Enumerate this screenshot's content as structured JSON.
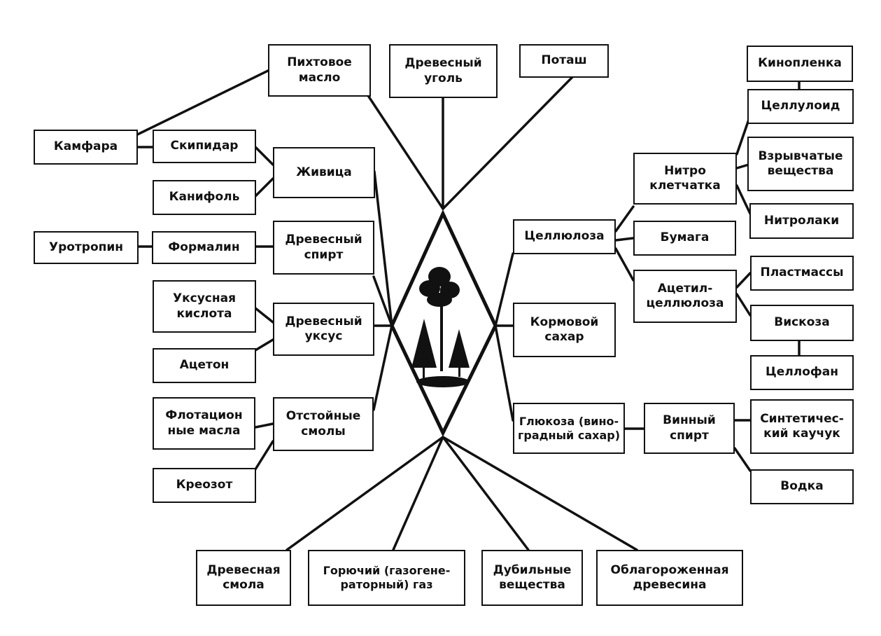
{
  "center": {
    "icon": "forest-trees-icon"
  },
  "nodes": {
    "pihtovoe": "Пихтовое\nмасло",
    "ugol": "Древесный\nуголь",
    "potash": "Поташ",
    "kamfara": "Камфара",
    "skipidar": "Скипидар",
    "zhivica": "Живица",
    "kanifol": "Канифоль",
    "urotropin": "Уротропин",
    "formalin": "Формалин",
    "spirt": "Древесный\nспирт",
    "uksusnaya": "Уксусная\nкислота",
    "uksus": "Древесный\nуксус",
    "aceton": "Ацетон",
    "flotacion": "Флотацион\nные масла",
    "otstoynye": "Отстойные\nсмолы",
    "kreozot": "Креозот",
    "kinoplenka": "Кинопленка",
    "celluloid": "Целлулоид",
    "vzryv": "Взрывчатые\nвещества",
    "nitro": "Нитро\nклетчатка",
    "nitrolaki": "Нитролаки",
    "cellyuloza": "Целлюлоза",
    "bumaga": "Бумага",
    "plastmassy": "Пластмассы",
    "acetil": "Ацетил-\nцеллюлоза",
    "viskoza": "Вискоза",
    "cellofan": "Целлофан",
    "kormovoy": "Кормовой\nсахар",
    "glyukoza": "Глюкоза (вино-\nградный сахар)",
    "vinnyy": "Винный\nспирт",
    "kauchuk": "Синтетичес-\nкий каучук",
    "vodka": "Водка",
    "smola": "Древесная\nсмола",
    "gaz": "Горючий (газогене-\nраторный) газ",
    "dubilnye": "Дубильные\nвещества",
    "oblagorozhennaya": "Облагороженная\nдревесина"
  }
}
